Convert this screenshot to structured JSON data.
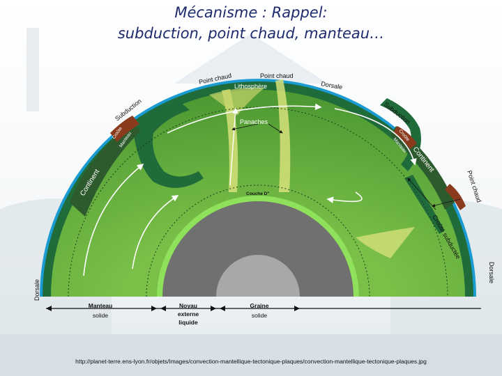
{
  "slide": {
    "title_line1": "Mécanisme : Rappel:",
    "title_line2": "subduction, point chaud, manteau…",
    "source_url": "http://planet-terre.ens-lyon.fr/objets/Images/convection-mantellique-tectonique-plaques/convection-mantellique-tectonique-plaques.jpg"
  },
  "diagram": {
    "labels": {
      "point_chaud_left": "Point chaud",
      "point_chaud_top": "Point chaud",
      "lithosphere": "Lithosphère",
      "dorsale_top": "Dorsale",
      "subduction_left": "Subduction",
      "subduction_right": "Subduction",
      "panaches": "Panaches",
      "couche_d": "Couche D\"",
      "croute_left": "Croûte",
      "manteau_left": "Manteau",
      "croute_right": "Croûte",
      "manteau_right": "Manteau",
      "continent_left": "Continent",
      "continent_right": "Continent",
      "point_chaud_right": "Point chaud",
      "croute_subductee": "Croûte subductée",
      "dorsale_left": "Dorsale",
      "dorsale_right": "Dorsale"
    },
    "bottom": {
      "manteau": "Manteau",
      "manteau_sub": "solide",
      "noyau": "Noyau",
      "noyau_sub1": "externe",
      "noyau_sub2": "liquide",
      "graine": "Graine",
      "graine_sub": "solide"
    },
    "colors": {
      "mantle": "#5fa83a",
      "lithosphere": "#1f6b3a",
      "ocean": "#1a9bd1",
      "outer_core": "#8fe05a",
      "inner_core": "#9a9a9a",
      "continent": "#2e5b2e",
      "plume": "#d6e07a",
      "title": "#1e2a6e"
    }
  }
}
